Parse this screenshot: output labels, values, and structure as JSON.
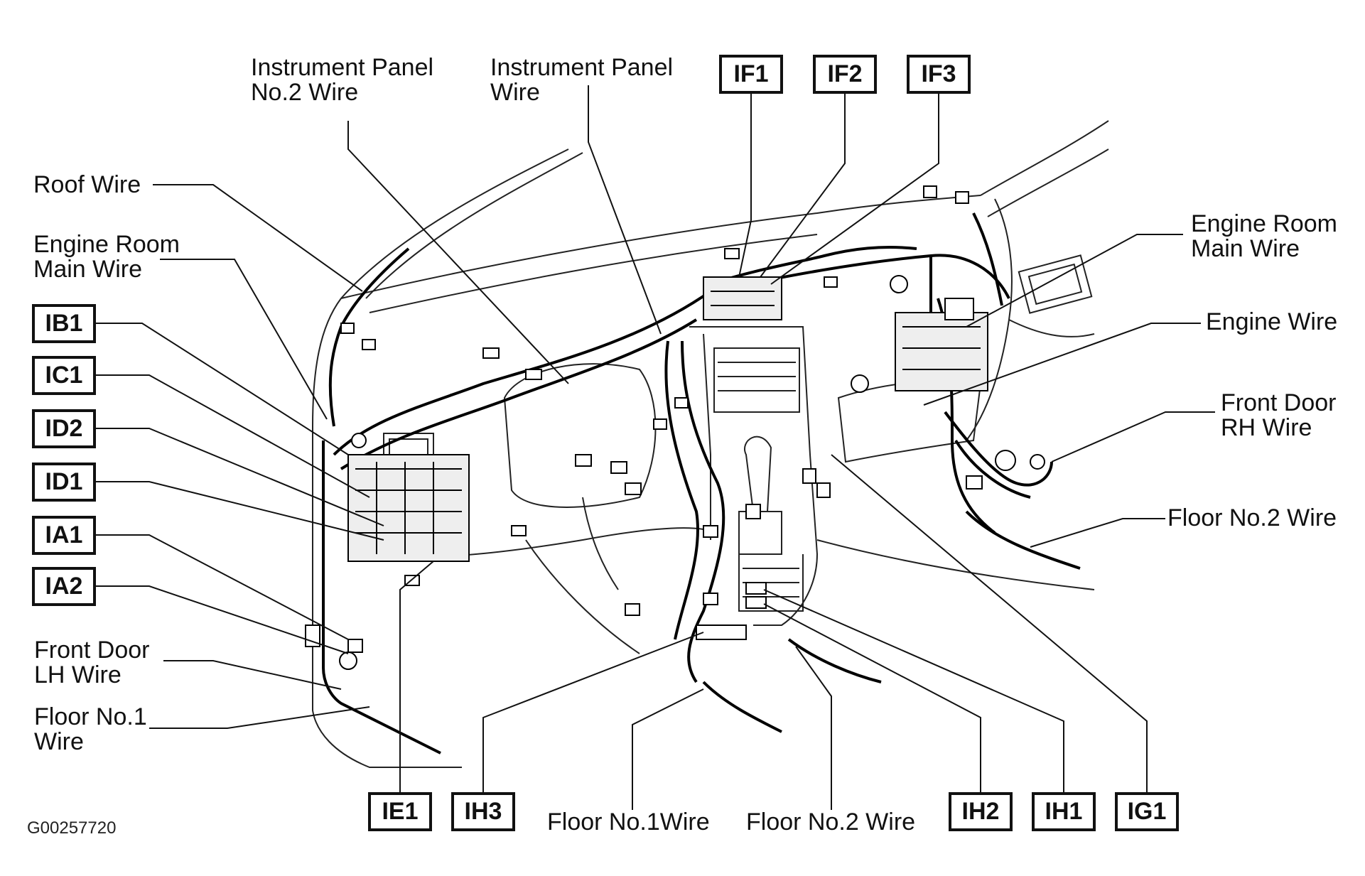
{
  "labels": {
    "ip2": [
      "Instrument Panel",
      "No.2 Wire"
    ],
    "ip": [
      "Instrument Panel",
      "Wire"
    ],
    "roof": "Roof Wire",
    "erm_left": [
      "Engine Room",
      "Main Wire"
    ],
    "erm_right": [
      "Engine Room",
      "Main Wire"
    ],
    "engine": "Engine Wire",
    "fd_rh": [
      "Front Door",
      "RH Wire"
    ],
    "floor2_right": "Floor No.2 Wire",
    "fd_lh": [
      "Front Door",
      "LH Wire"
    ],
    "floor1_left": [
      "Floor No.1",
      "Wire"
    ],
    "floor1_bottom": "Floor No.1Wire",
    "floor2_bottom": "Floor No.2 Wire"
  },
  "connectors": {
    "IF1": "IF1",
    "IF2": "IF2",
    "IF3": "IF3",
    "IB1": "IB1",
    "IC1": "IC1",
    "ID2": "ID2",
    "ID1": "ID1",
    "IA1": "IA1",
    "IA2": "IA2",
    "IE1": "IE1",
    "IH3": "IH3",
    "IH2": "IH2",
    "IH1": "IH1",
    "IG1": "IG1"
  },
  "figure_id": "G00257720"
}
